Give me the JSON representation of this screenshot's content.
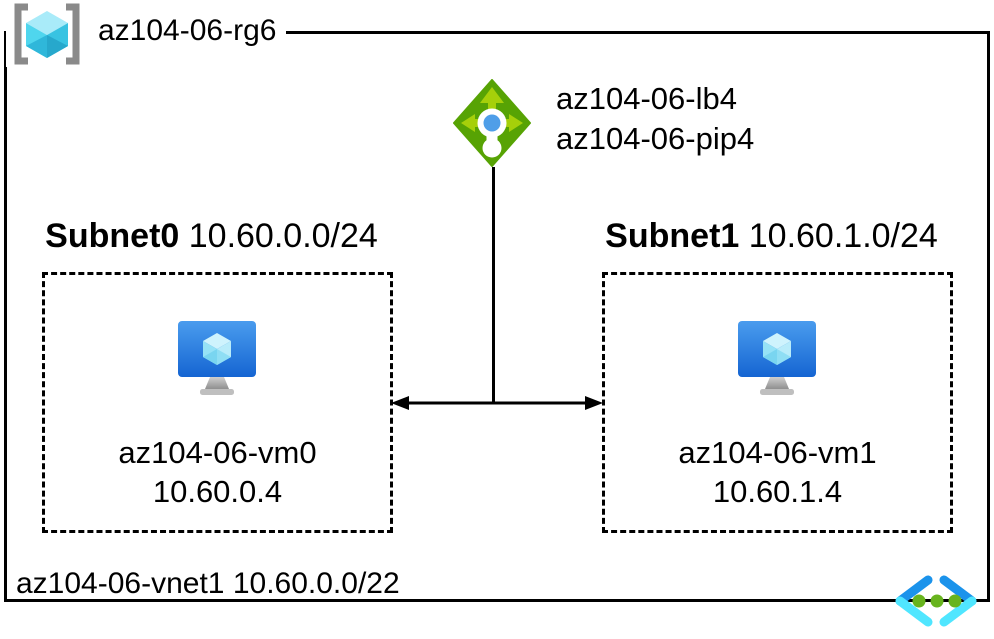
{
  "resource_group": {
    "label": "az104-06-rg6"
  },
  "load_balancer": {
    "name": "az104-06-lb4",
    "public_ip": "az104-06-pip4"
  },
  "subnets": [
    {
      "name": "Subnet0",
      "cidr": "10.60.0.0/24",
      "vm": {
        "name": "az104-06-vm0",
        "ip": "10.60.0.4"
      }
    },
    {
      "name": "Subnet1",
      "cidr": "10.60.1.0/24",
      "vm": {
        "name": "az104-06-vm1",
        "ip": "10.60.1.4"
      }
    }
  ],
  "vnet": {
    "name": "az104-06-vnet1",
    "cidr": "10.60.0.0/22"
  },
  "icons": {
    "resource_group": "resource-group-icon",
    "load_balancer": "load-balancer-icon",
    "virtual_machine": "virtual-machine-icon",
    "virtual_network": "virtual-network-icon"
  },
  "colors": {
    "line": "#000000",
    "lb_green": "#57A304",
    "lb_arrow_green": "#A6D00A",
    "lb_dot_blue": "#4F9EE8",
    "vm_blue_top": "#4A9CEE",
    "vm_blue_bottom": "#1565D2",
    "vnet_blue": "#1B93EB",
    "vnet_cyan": "#50E6FF",
    "dot_green": "#68B41E",
    "cube_cyan": "#4FD6EE",
    "bracket_gray": "#8A8A8A"
  }
}
